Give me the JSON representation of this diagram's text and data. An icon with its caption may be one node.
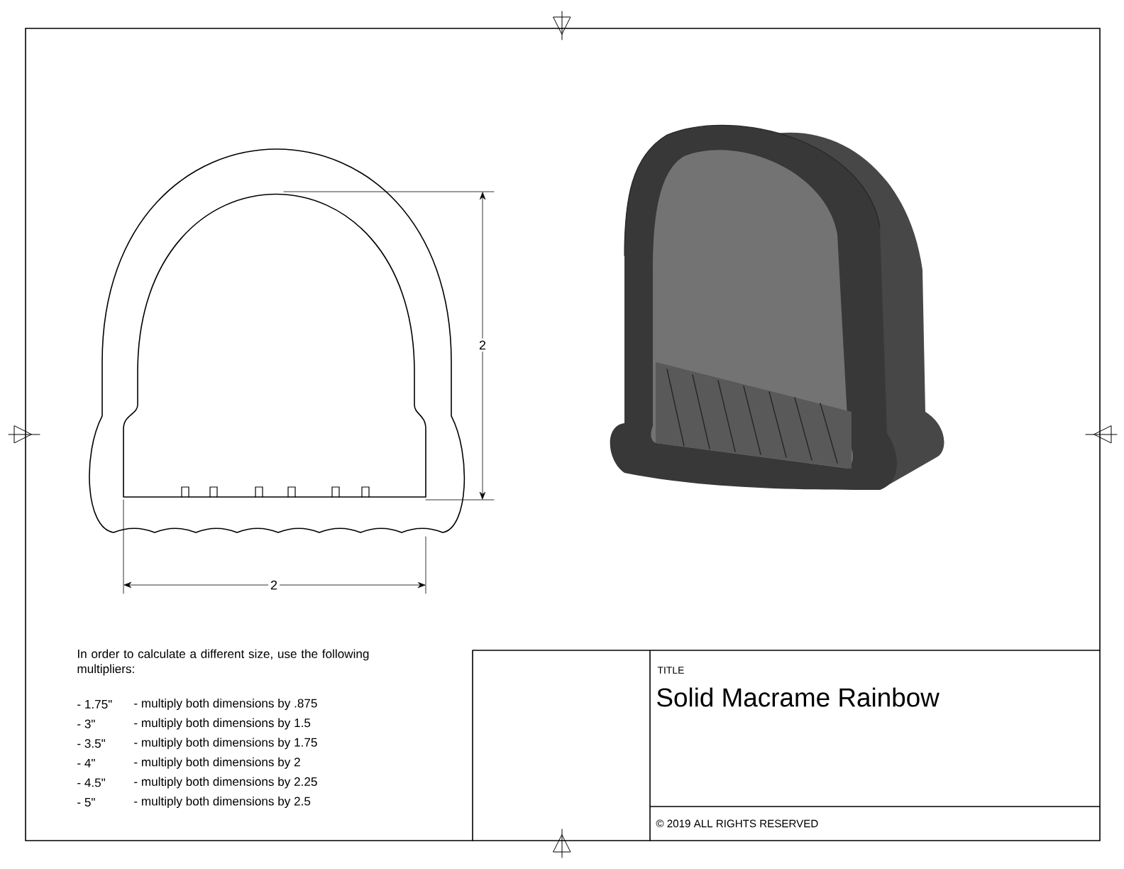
{
  "diagram": {
    "title": "Solid Macrame Rainbow",
    "labels": [
      "2",
      "2",
      "In order to calculate a different size, use the following multipliers:",
      "- 1.75\"",
      "- multiply both dimensions by .875",
      "- 3\"",
      "- multiply both dimensions by 1.5",
      "- 3.5\"",
      "- multiply both dimensions by 1.75",
      "- 4\"",
      "- multiply both dimensions by 2",
      "- 4.5\"",
      "- multiply both dimensions by 2.25",
      "- 5\"",
      "- multiply both dimensions by 2.5",
      "TITLE",
      "© 2019 ALL RIGHTS RESERVED"
    ]
  }
}
